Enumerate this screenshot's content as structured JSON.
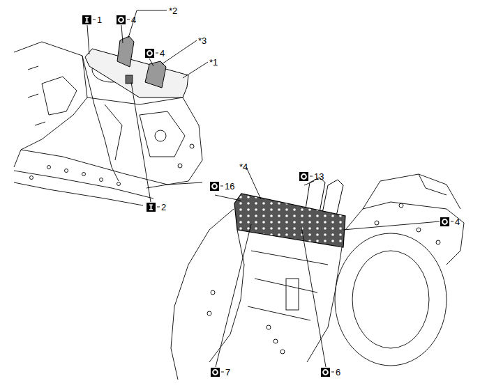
{
  "diagram": {
    "labels": [
      "1",
      "*2",
      "4",
      "4",
      "*3",
      "*1",
      "2",
      "*4",
      "13",
      "16",
      "4",
      "7",
      "6"
    ]
  }
}
